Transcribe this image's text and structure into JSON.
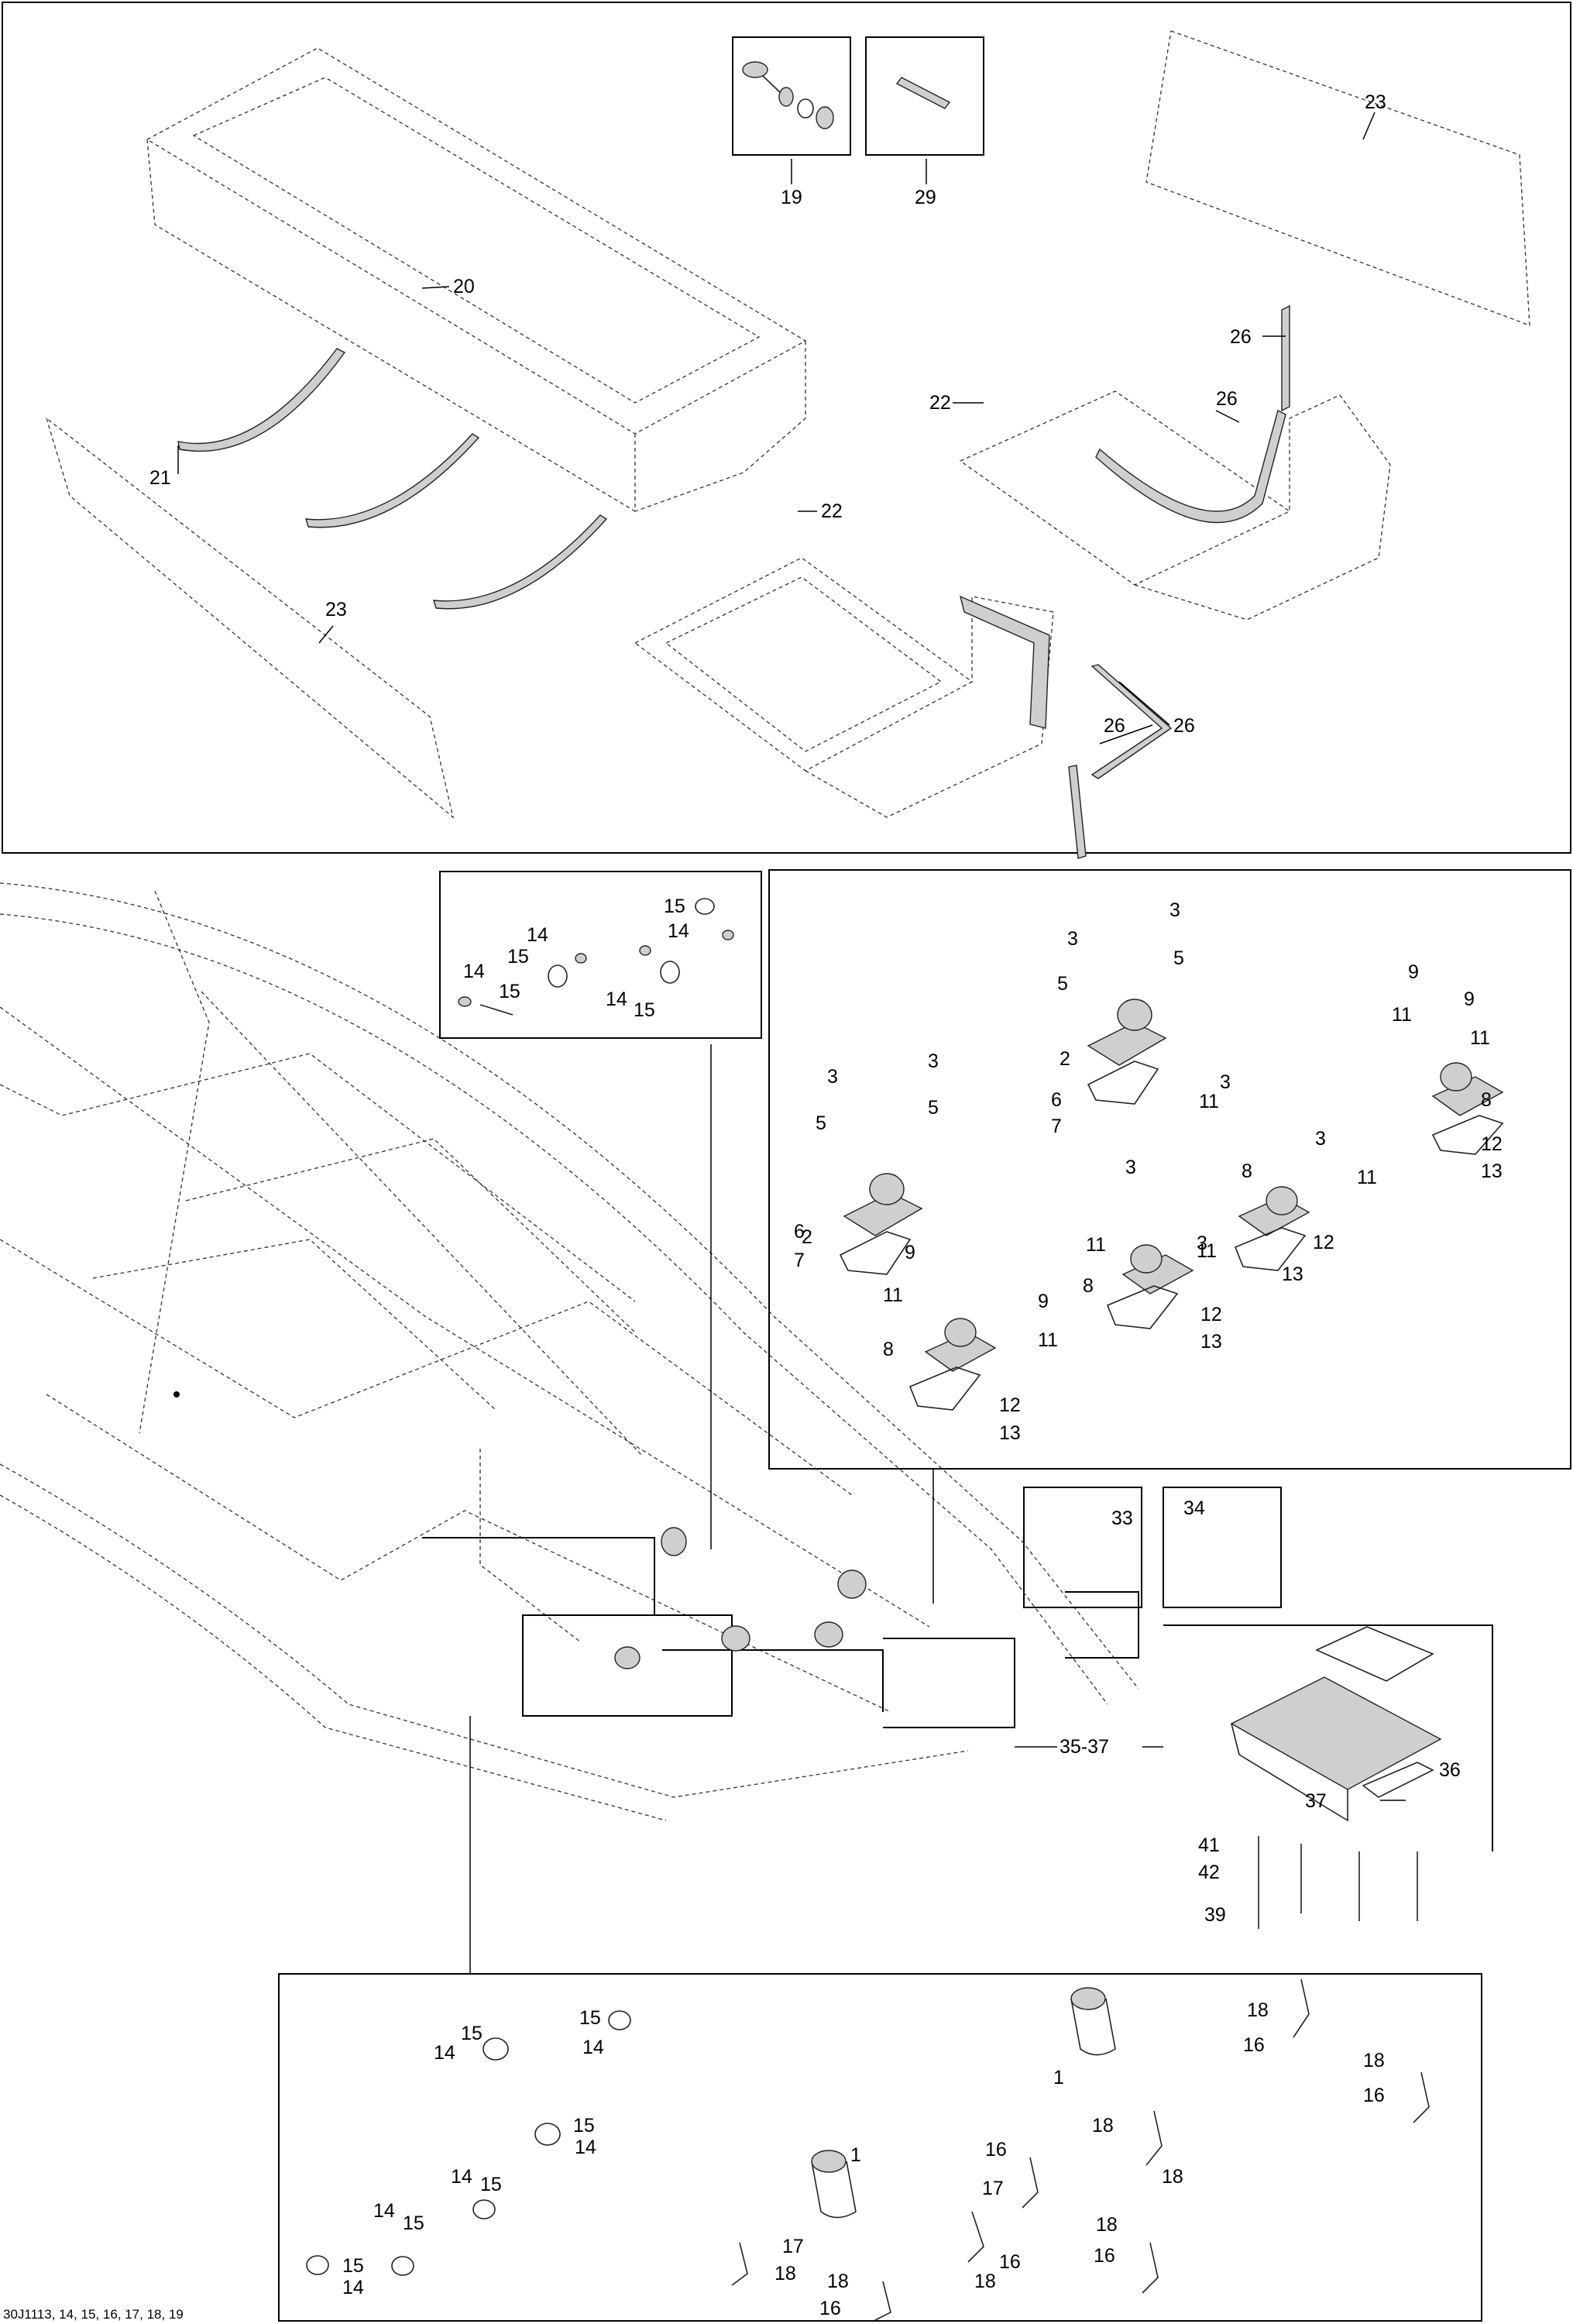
{
  "drawing_code": "30J1113, 14, 15, 16, 17, 18, 19",
  "upper_section": {
    "callouts": [
      "19",
      "29",
      "23",
      "20",
      "22",
      "26",
      "26",
      "21",
      "22",
      "23",
      "26",
      "26"
    ]
  },
  "hose_clamp_inset": {
    "callouts": [
      "15",
      "14",
      "14",
      "15",
      "14",
      "15",
      "14",
      "15"
    ]
  },
  "engine_mount_inset": {
    "callouts": [
      "3",
      "3",
      "5",
      "5",
      "2",
      "6",
      "7",
      "9",
      "9",
      "11",
      "11",
      "8",
      "3",
      "3",
      "5",
      "5",
      "2",
      "3",
      "11",
      "3",
      "8",
      "11",
      "12",
      "13",
      "6",
      "7",
      "3",
      "3",
      "11",
      "11",
      "8",
      "12",
      "13",
      "9",
      "9",
      "11",
      "11",
      "8",
      "12",
      "13",
      "12",
      "13"
    ]
  },
  "small_insets": {
    "callouts": [
      "33",
      "34"
    ]
  },
  "hull_section": {
    "callouts": [
      "35-37"
    ]
  },
  "bracket_inset": {
    "callouts": [
      "36",
      "37",
      "41",
      "42",
      "39"
    ]
  },
  "lower_inset": {
    "callouts": [
      "15",
      "14",
      "15",
      "14",
      "15",
      "14",
      "14",
      "15",
      "14",
      "15",
      "15",
      "14",
      "1",
      "1",
      "18",
      "16",
      "18",
      "16",
      "18",
      "16",
      "18",
      "17",
      "18",
      "16",
      "18",
      "16",
      "17",
      "18",
      "18",
      "16"
    ]
  }
}
